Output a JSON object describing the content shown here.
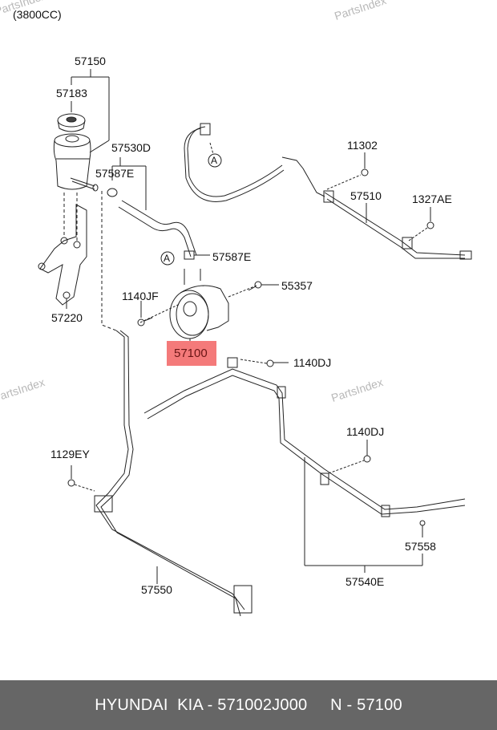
{
  "diagram": {
    "engine_note": "(3800CC)",
    "watermark": "PartsIndex",
    "highlighted_part": "57100",
    "highlight_color": "#f47a7a",
    "callout_labels": {
      "p57150": "57150",
      "p57183": "57183",
      "p57530d": "57530D",
      "p57587e_top": "57587E",
      "p57587e_mid": "57587E",
      "p57220": "57220",
      "p1140jf": "1140JF",
      "p55357": "55357",
      "p57100": "57100",
      "p1140dj_mid": "1140DJ",
      "p11302": "11302",
      "p57510": "57510",
      "p1327ae": "1327AE",
      "p1129ey": "1129EY",
      "p1140dj_right": "1140DJ",
      "p57558": "57558",
      "p57550": "57550",
      "p57540e": "57540E",
      "ref_a_top": "A",
      "ref_a_pump": "A"
    }
  },
  "footer": {
    "text": "HYUNDAI  KIA - 571002J000     N - 57100",
    "background": "#666666"
  }
}
